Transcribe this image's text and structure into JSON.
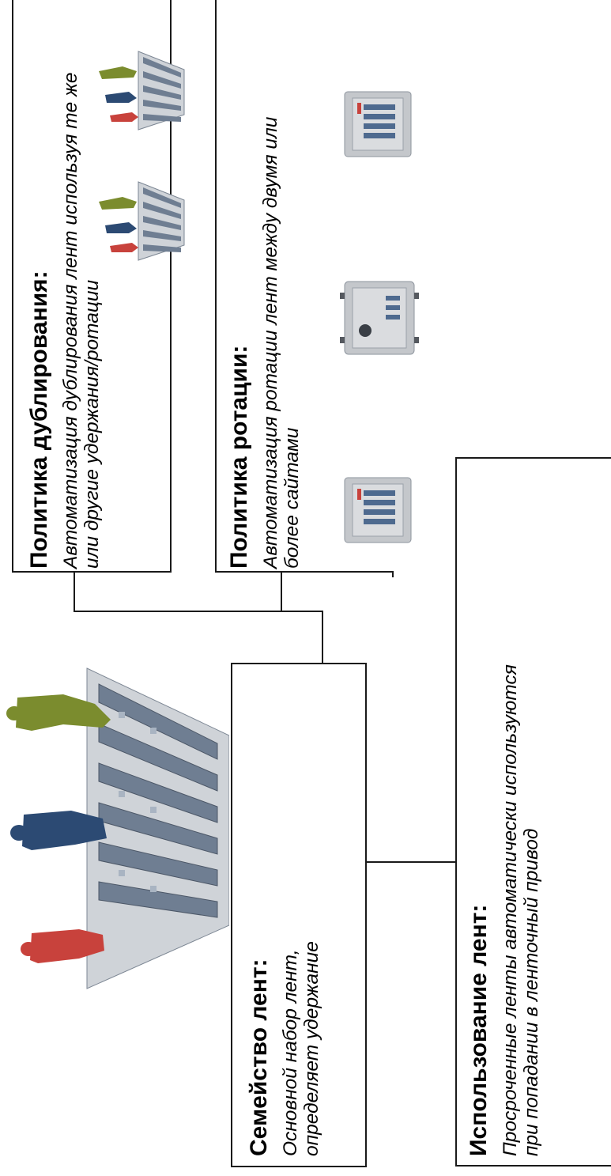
{
  "nodes": {
    "duplication": {
      "title": "Политика дублирования:",
      "desc_line1": "Автоматизация дублирования лент используя те же",
      "desc_line2": "или другие удержания/ротации"
    },
    "rotation": {
      "title": "Политика ротации:",
      "desc_line1": "Автоматизация ротации лент между двумя или",
      "desc_line2": "более сайтами"
    },
    "family": {
      "title": "Семейство лент:",
      "desc_line1": "Основной набор лент,",
      "desc_line2": "определяет удержание"
    },
    "usage": {
      "title": "Использование лент:",
      "desc_line1": "Просроченные ленты автоматически используются",
      "desc_line2": "при попадании в ленточный привод"
    }
  },
  "icons": {
    "tape_family_large": "tape-family-icon",
    "tape_family_small": "tape-family-icon",
    "tape_library": "tape-library-icon",
    "vault": "vault-icon"
  },
  "colors": {
    "person_green": "#7b8c2e",
    "person_blue": "#2c4a73",
    "person_red": "#c8423c",
    "tape_gray": "#6f7e92",
    "cube_light": "#d8d8d8"
  }
}
